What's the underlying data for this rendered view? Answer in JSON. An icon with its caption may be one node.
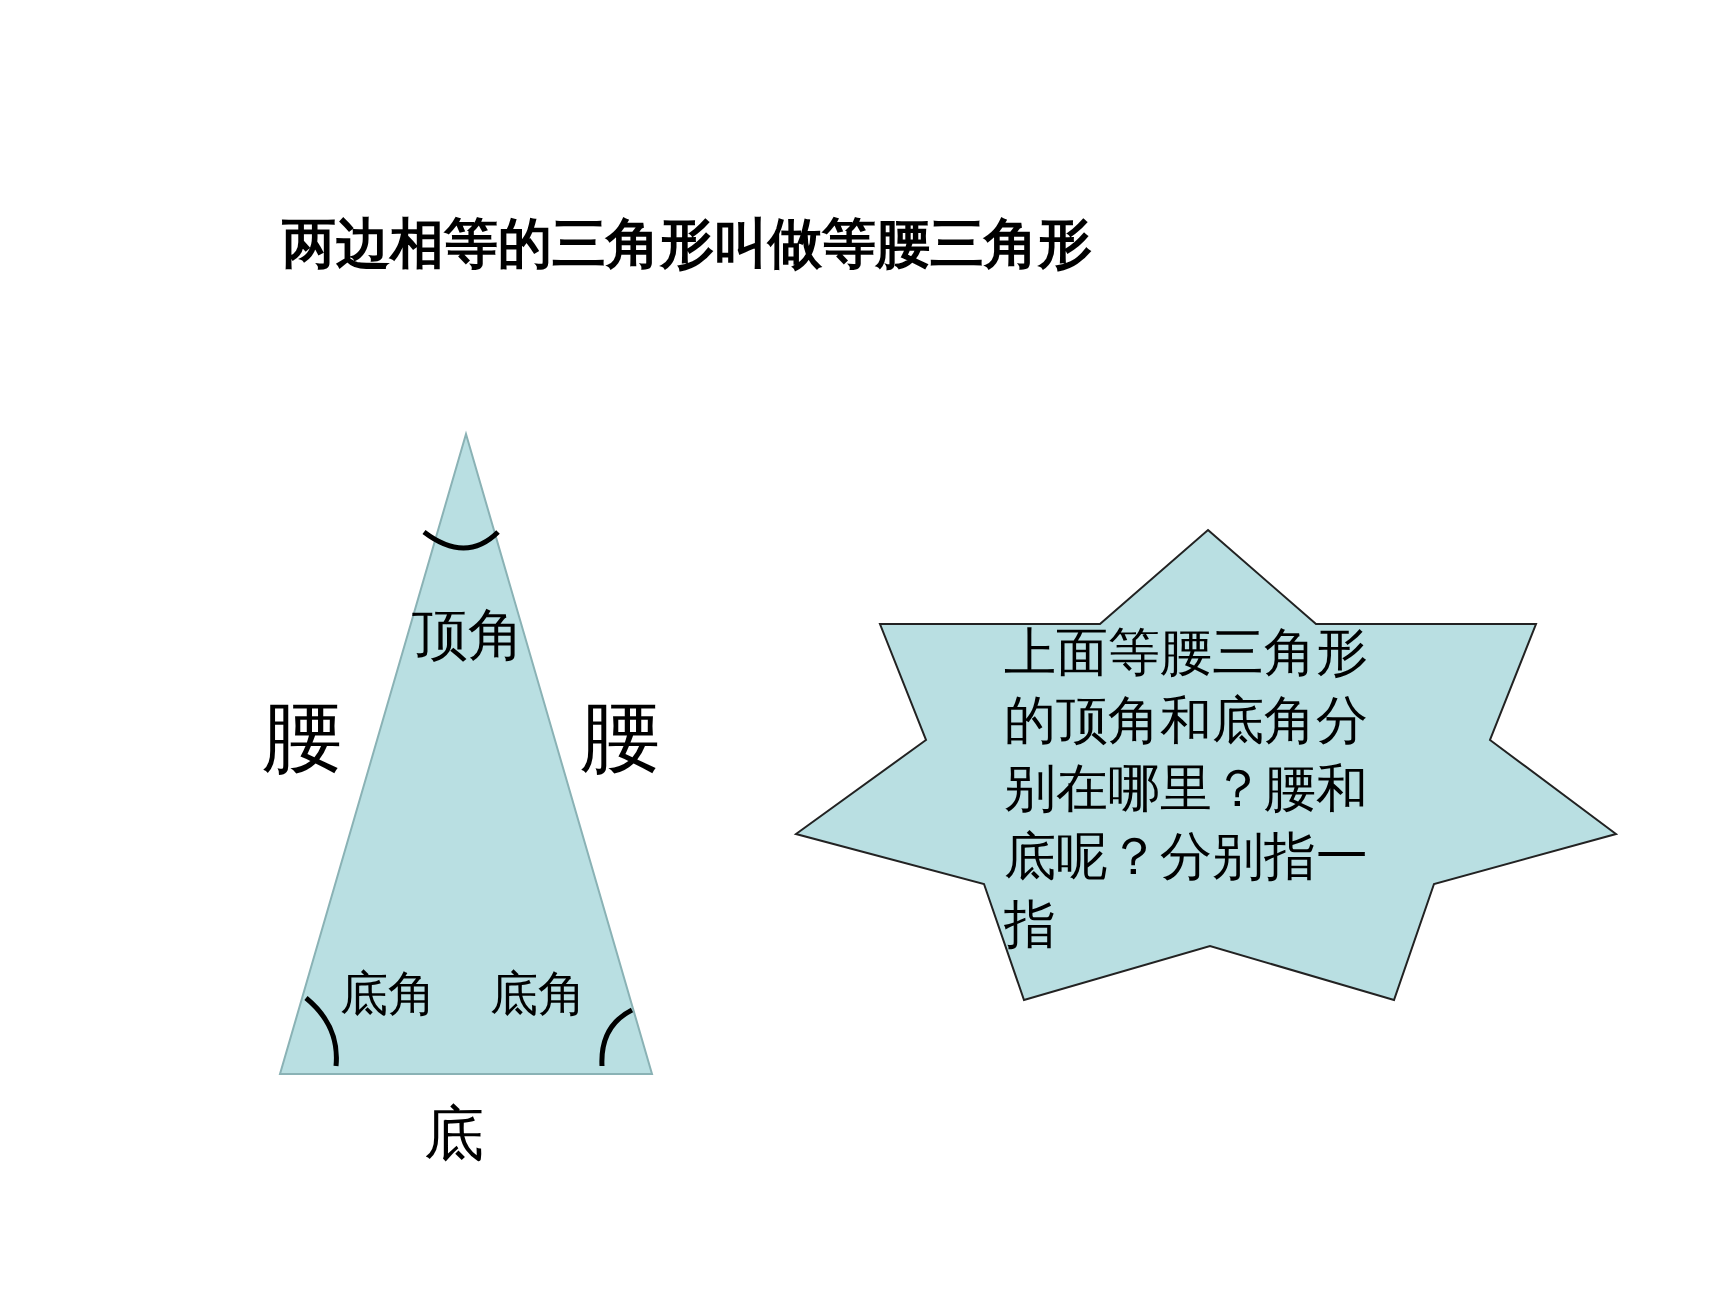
{
  "diagram": {
    "title": "两边相等的三角形叫做等腰三角形",
    "nodes": [
      {
        "text": [
          "顶角",
          "底角",
          "底角"
        ],
        "beside": [
          "腰",
          "腰",
          "底"
        ]
      },
      {
        "text": [
          "上面等腰三角形的顶角和底角分别在哪里？腰和底呢？分别指一指"
        ]
      }
    ]
  }
}
